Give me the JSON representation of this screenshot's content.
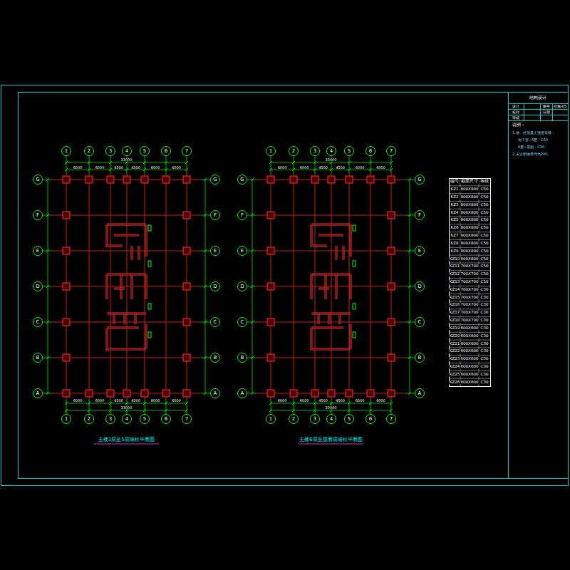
{
  "diagram": {
    "nodes": [
      {
        "text": [
          "1"
        ]
      },
      {
        "text": [
          "2"
        ]
      },
      {
        "text": [
          "3"
        ]
      },
      {
        "text": [
          "4"
        ]
      },
      {
        "text": [
          "5"
        ]
      },
      {
        "text": [
          "6"
        ]
      },
      {
        "text": [
          "7"
        ]
      },
      {
        "text": [
          "1"
        ]
      },
      {
        "text": [
          "2"
        ]
      },
      {
        "text": [
          "3"
        ]
      },
      {
        "text": [
          "4"
        ]
      },
      {
        "text": [
          "5"
        ]
      },
      {
        "text": [
          "6"
        ]
      },
      {
        "text": [
          "7"
        ]
      },
      {
        "text": [
          "G"
        ]
      },
      {
        "text": [
          "F"
        ]
      },
      {
        "text": [
          "E"
        ]
      },
      {
        "text": [
          "D"
        ]
      },
      {
        "text": [
          "C"
        ]
      },
      {
        "text": [
          "B"
        ]
      },
      {
        "text": [
          "A"
        ]
      },
      {
        "text": [
          "G"
        ]
      },
      {
        "text": [
          "F"
        ]
      },
      {
        "text": [
          "E"
        ]
      },
      {
        "text": [
          "D"
        ]
      },
      {
        "text": [
          "C"
        ]
      },
      {
        "text": [
          "B"
        ]
      },
      {
        "text": [
          "A"
        ]
      },
      {
        "text": [
          "1"
        ]
      },
      {
        "text": [
          "2"
        ]
      },
      {
        "text": [
          "3"
        ]
      },
      {
        "text": [
          "4"
        ]
      },
      {
        "text": [
          "5"
        ]
      },
      {
        "text": [
          "6"
        ]
      },
      {
        "text": [
          "7"
        ]
      },
      {
        "text": [
          "1"
        ]
      },
      {
        "text": [
          "2"
        ]
      },
      {
        "text": [
          "3"
        ]
      },
      {
        "text": [
          "4"
        ]
      },
      {
        "text": [
          "5"
        ]
      },
      {
        "text": [
          "6"
        ]
      },
      {
        "text": [
          "7"
        ]
      },
      {
        "text": [
          "G"
        ]
      },
      {
        "text": [
          "F"
        ]
      },
      {
        "text": [
          "E"
        ]
      },
      {
        "text": [
          "D"
        ]
      },
      {
        "text": [
          "C"
        ]
      },
      {
        "text": [
          "B"
        ]
      },
      {
        "text": [
          "A"
        ]
      },
      {
        "text": [
          "G"
        ]
      },
      {
        "text": [
          "F"
        ]
      },
      {
        "text": [
          "E"
        ]
      },
      {
        "text": [
          "D"
        ]
      },
      {
        "text": [
          "C"
        ]
      },
      {
        "text": [
          "B"
        ]
      },
      {
        "text": [
          "A"
        ]
      }
    ],
    "labels": [
      "主楼1层至5层墙柱平面图",
      "主楼6层至屋面层墙柱平面图",
      "结构设计",
      "设计",
      "图号",
      "校对",
      "结施-05",
      "审核",
      "日期",
      "说明：",
      "1.墙、柱混凝土强度等级：",
      "地下室~5层：C50",
      "6层~屋面：C30",
      "2.未注明墙厚均为200。",
      "6000",
      "6000",
      "4500",
      "4500",
      "6000",
      "6000",
      "33000",
      "6000",
      "6000",
      "4500",
      "4500",
      "6000",
      "6000",
      "33000",
      "6000",
      "6000",
      "4500",
      "4500",
      "6000",
      "6000",
      "33000",
      "6000",
      "6000",
      "4500",
      "4500",
      "6000",
      "6000",
      "33000",
      "编号",
      "截面尺寸",
      "等级",
      "KZ1",
      "800X800",
      "C50",
      "KZ2",
      "800X800",
      "C50",
      "KZ3",
      "800X800",
      "C50",
      "KZ4",
      "800X800",
      "C50",
      "KZ5",
      "800X800",
      "C50",
      "KZ6",
      "800X800",
      "C50",
      "KZ7",
      "800X800",
      "C50",
      "KZ8",
      "800X800",
      "C50",
      "KZ9",
      "800X800",
      "C50",
      "KZ10",
      "800X800",
      "C50",
      "KZ11",
      "700X700",
      "C50",
      "KZ12",
      "700X700",
      "C50",
      "KZ13",
      "700X700",
      "C50",
      "KZ14",
      "700X700",
      "C30",
      "KZ15",
      "700X700",
      "C30",
      "KZ16",
      "700X700",
      "C30",
      "KZ17",
      "700X700",
      "C30",
      "KZ18",
      "700X700",
      "C30",
      "KZ19",
      "600X600",
      "C30",
      "KZ20",
      "600X600",
      "C30",
      "KZ21",
      "600X600",
      "C30",
      "KZ22",
      "600X600",
      "C30",
      "KZ23",
      "600X600",
      "C30",
      "KZ24",
      "600X600",
      "C30",
      "KZ25",
      "600X600",
      "C30",
      "KZ26",
      "600X600",
      "C30"
    ]
  }
}
